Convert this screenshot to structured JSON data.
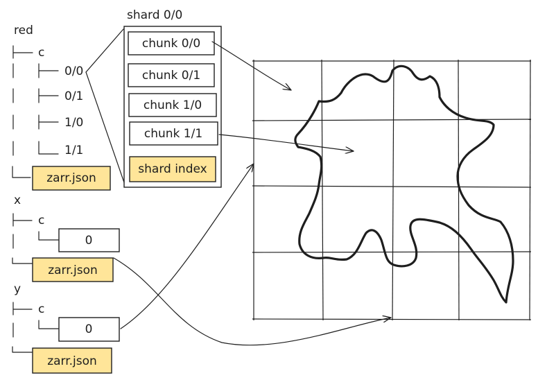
{
  "colors": {
    "ink": "#1e1e1e",
    "highlight": "#ffe599",
    "background": "#ffffff"
  },
  "tree": {
    "red": {
      "label": "red",
      "c_label": "c",
      "chunks": [
        "0/0",
        "0/1",
        "1/0",
        "1/1"
      ],
      "meta": "zarr.json"
    },
    "x": {
      "label": "x",
      "c_label": "c",
      "chunk": "0",
      "meta": "zarr.json"
    },
    "y": {
      "label": "y",
      "c_label": "c",
      "chunk": "0",
      "meta": "zarr.json"
    }
  },
  "shard": {
    "title": "shard 0/0",
    "chunks": [
      "chunk 0/0",
      "chunk 0/1",
      "chunk 1/0",
      "chunk 1/1"
    ],
    "index": "shard index"
  },
  "grid": {
    "rows": 4,
    "cols": 4
  }
}
